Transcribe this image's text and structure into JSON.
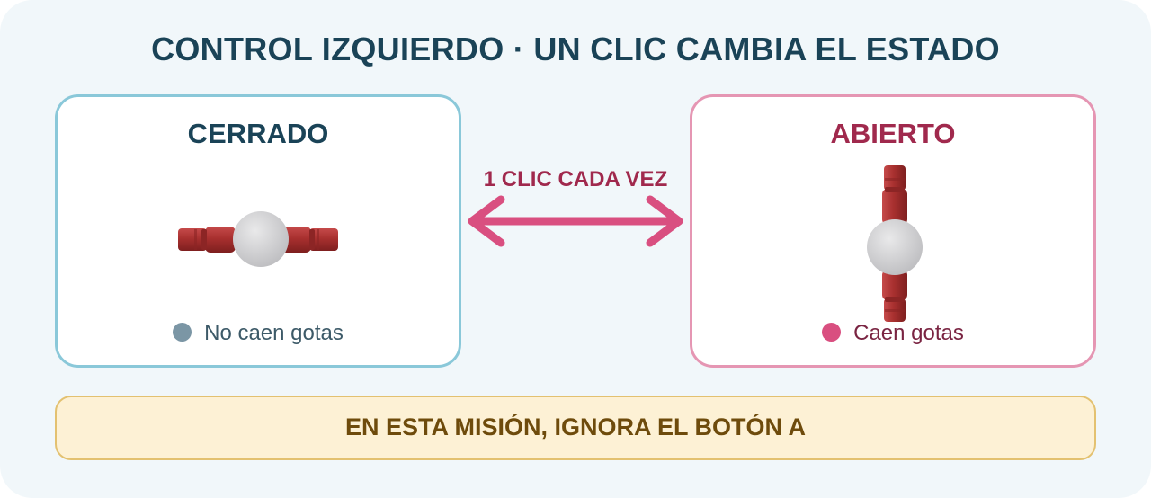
{
  "title": "CONTROL IZQUIERDO · UN CLIC CAMBIA EL ESTADO",
  "states": [
    {
      "label": "CERRADO",
      "status": "No caen gotas",
      "valve_orientation": "horizontal",
      "color": "#1a4357",
      "dot_color": "#7b96a5"
    },
    {
      "label": "ABIERTO",
      "status": "Caen gotas",
      "valve_orientation": "vertical",
      "color": "#a0294d",
      "dot_color": "#d94f80"
    }
  ],
  "toggle": {
    "label": "1 CLIC CADA VEZ",
    "icon": "double-arrow-icon",
    "color": "#d94f80"
  },
  "note": "EN ESTA MISIÓN, IGNORA EL BOTÓN A"
}
